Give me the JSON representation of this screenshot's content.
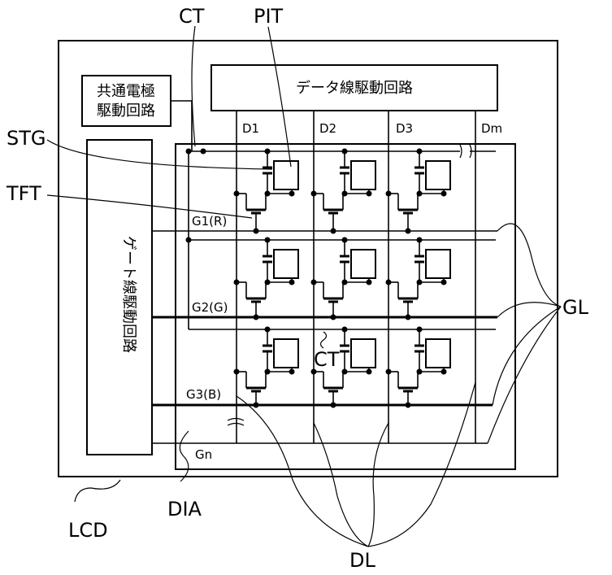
{
  "labels": {
    "ct_top": "CT",
    "pit": "PIT",
    "stg": "STG",
    "tft": "TFT",
    "gl": "GL",
    "ct_mid": "CT",
    "lcd": "LCD",
    "dia": "DIA",
    "dl": "DL"
  },
  "blocks": {
    "data_driver": "データ線駆動回路",
    "common_driver_line1": "共通電極",
    "common_driver_line2": "駆動回路",
    "gate_driver": "ゲート線駆動回路"
  },
  "data_lines": [
    "D1",
    "D2",
    "D3",
    "Dm"
  ],
  "gate_lines": [
    "G1(R)",
    "G2(G)",
    "G3(B)",
    "Gn"
  ]
}
